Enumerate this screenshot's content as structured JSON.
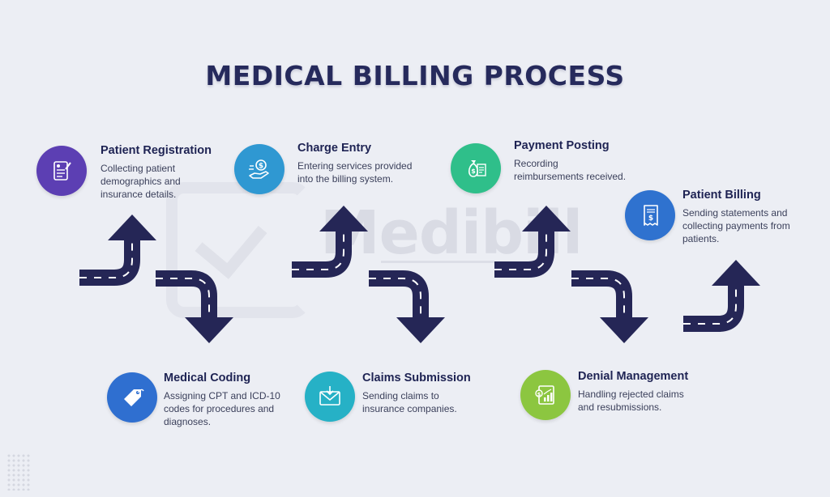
{
  "title": "MEDICAL BILLING PROCESS",
  "watermark": "Medibill",
  "colors": {
    "background": "#eceef4",
    "title": "#262a5c",
    "arrow": "#252656",
    "arrow_dash": "#ffffff"
  },
  "steps": [
    {
      "title": "Patient Registration",
      "desc": [
        "Collecting patient",
        "demographics and",
        "insurance details."
      ],
      "icon": "clipboard-icon",
      "color": "#5c3fb3"
    },
    {
      "title": "Medical Coding",
      "desc": [
        "Assigning CPT and ICD-10",
        "codes for procedures and",
        "diagnoses."
      ],
      "icon": "price-tag-icon",
      "color": "#2f6fd0"
    },
    {
      "title": "Charge Entry",
      "desc": [
        "Entering services provided",
        "into the billing system."
      ],
      "icon": "hand-coin-icon",
      "color": "#2f98d2"
    },
    {
      "title": "Claims Submission",
      "desc": [
        "Sending claims to",
        "insurance companies."
      ],
      "icon": "envelope-icon",
      "color": "#26b1c6"
    },
    {
      "title": "Payment Posting",
      "desc": [
        "Recording",
        "reimbursements received."
      ],
      "icon": "money-bag-icon",
      "color": "#2fbf8a"
    },
    {
      "title": "Denial Management",
      "desc": [
        "Handling rejected claims",
        "and resubmissions."
      ],
      "icon": "chart-clipboard-icon",
      "color": "#8cc640"
    },
    {
      "title": "Patient Billing",
      "desc": [
        "Sending statements and",
        "collecting payments from",
        "patients."
      ],
      "icon": "receipt-icon",
      "color": "#2f72cf"
    }
  ]
}
